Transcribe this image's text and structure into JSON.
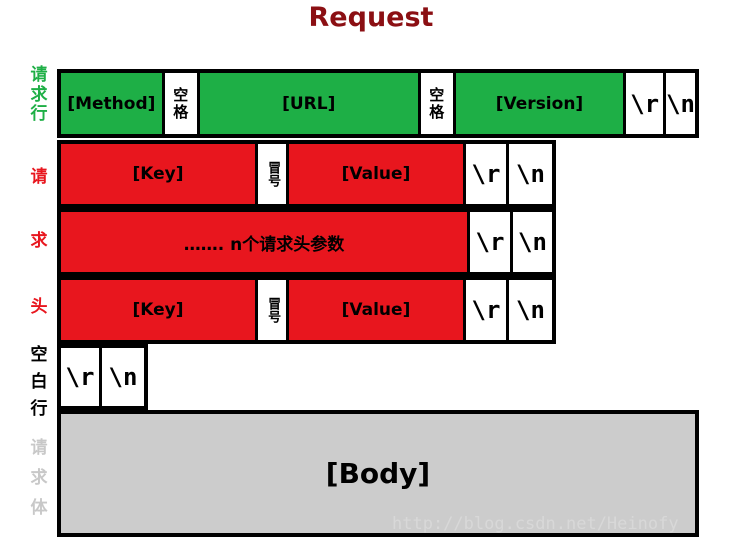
{
  "title": "Request",
  "colors": {
    "request_line": "#1eaf46",
    "headers": "#e8161e",
    "body": "#cccccc",
    "title": "#8b0f13"
  },
  "side_labels": {
    "request_line": [
      "请",
      "求",
      "行"
    ],
    "headers": [
      "请",
      "求",
      "头"
    ],
    "blank_line": [
      "空",
      "白",
      "行"
    ],
    "body": [
      "请",
      "求",
      "体"
    ]
  },
  "request_line": {
    "method": "[Method]",
    "space": "空格",
    "url": "[URL]",
    "version": "[Version]",
    "cr": "\\r",
    "lf": "\\n"
  },
  "headers": {
    "key": "[Key]",
    "colon": ":",
    "colon_label": "冒号",
    "value": "[Value]",
    "more": "……. n个请求头参数",
    "cr": "\\r",
    "lf": "\\n"
  },
  "blank_line": {
    "cr": "\\r",
    "lf": "\\n"
  },
  "body": {
    "label": "[Body]"
  },
  "watermark": "http://blog.csdn.net/Heinofy"
}
